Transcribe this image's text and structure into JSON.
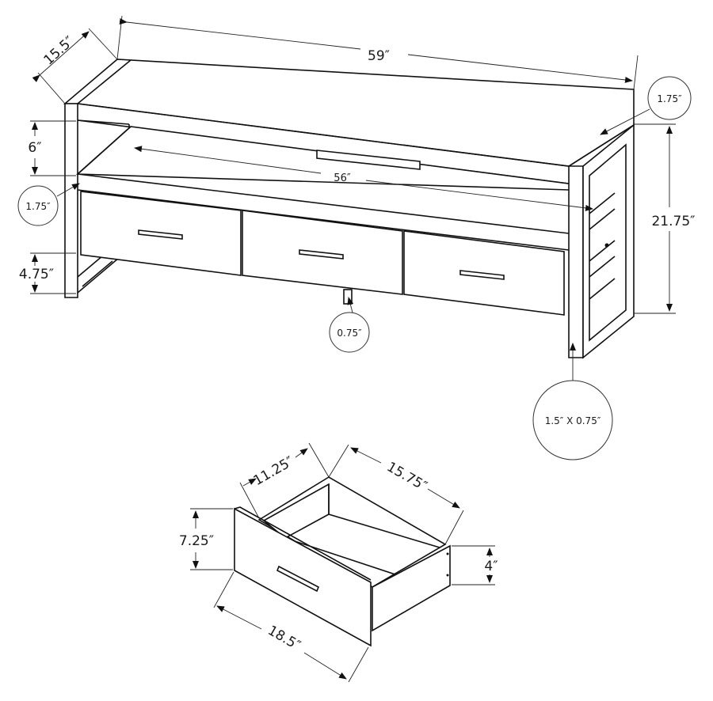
{
  "diagram": {
    "subject": "TV stand with 3 drawers - dimension drawing",
    "stand": {
      "overall_width": "59″",
      "depth": "15.5″",
      "height": "21.75″",
      "inner_width": "56″",
      "shelf_opening_height": "6″",
      "floor_clearance": "4.75″",
      "left_top_thickness": "1.75″",
      "right_top_thickness": "1.75″",
      "center_support_leg": "0.75″",
      "leg_profile": "1.5″ X 0.75″"
    },
    "drawer": {
      "interior_width": "11.25″",
      "depth": "15.75″",
      "front_height": "7.25″",
      "side_height": "4″",
      "front_width": "18.5″"
    }
  }
}
